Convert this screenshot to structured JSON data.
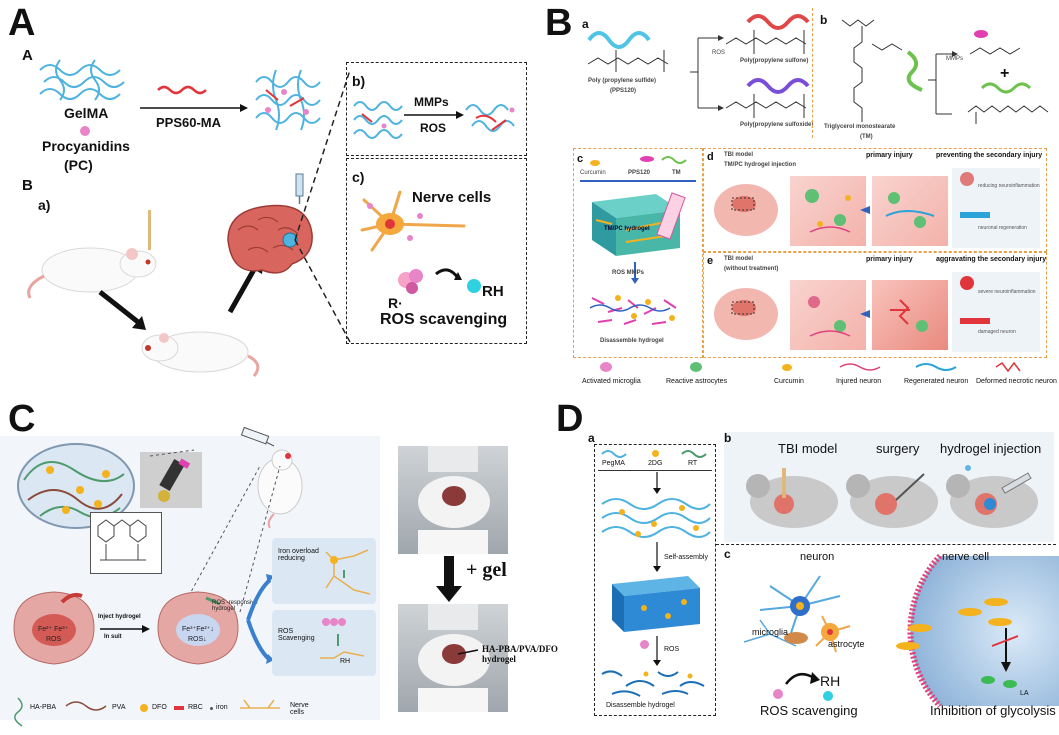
{
  "panelA": {
    "letter": "A",
    "sub_a": "A",
    "sub_b": "B",
    "sub_b_a": "a)",
    "gelma": "GelMA",
    "procyanidins": "Procyanidins",
    "pc": "(PC)",
    "pps": "PPS60-MA",
    "box_b": "b)",
    "box_c": "c)",
    "mmps": "MMPs",
    "ros": "ROS",
    "nerve": "Nerve cells",
    "r_dot": "R·",
    "rh": "RH",
    "ros_scav": "ROS scavenging"
  },
  "panelB": {
    "letter": "B",
    "sub_a": "a",
    "sub_b": "b",
    "sub_c": "c",
    "sub_d": "d",
    "sub_e": "e",
    "pps_name": "Poly (propylene sulfide)",
    "pps_sub": "(PPS120)",
    "ros": "ROS",
    "sulfone": "Poly(propylene sulfone)",
    "sulfoxide": "Poly(propylene sulfoxide)",
    "mmps": "MMPs",
    "tm_name": "Triglycerol monostearate",
    "tm_sub": "(TM)",
    "curcumin": "Curcumin",
    "pps120": "PPS120",
    "tm": "TM",
    "tmpc": "TM/PC hydrogel",
    "ros_mmps": "ROS  MMPs",
    "disassemble": "Disassemble hydrogel",
    "tbi_model": "TBI model",
    "tmpc_inj": "TM/PC hydrogel injection",
    "primary": "primary injury",
    "preventing": "preventing the secondary injury",
    "reducing": "reducing neuroinflammation",
    "regeneration": "neuronal regeneration",
    "tbi_model2": "TBI model",
    "without": "(without treatment)",
    "primary2": "primary injury",
    "aggravating": "aggravating the secondary injury",
    "severe": "severe neuroinflammation",
    "damaged": "damaged neuron",
    "legend": [
      "Activated microglia",
      "Reactive astrocytes",
      "Curcumin",
      "Injured neuron",
      "Regenerated neuron",
      "Deformed necrotic neuron"
    ]
  },
  "panelC": {
    "letter": "C",
    "inject": "Inject hydrogel",
    "insuit": "In suit",
    "ros_resp": "ROS -responsive hydrogel",
    "iron_overload": "Iron overload reducing",
    "ros_scav": "ROS Scavenging",
    "rh": "RH",
    "plus_gel": "+ gel",
    "hydrogel_label": "HA-PBA/PVA/DFO hydrogel",
    "legend": [
      "HA-PBA",
      "PVA",
      "DFO",
      "RBC",
      "iron",
      "Nerve cells"
    ]
  },
  "panelD": {
    "letter": "D",
    "sub_a": "a",
    "sub_b": "b",
    "sub_c": "c",
    "pegma": "PegMA",
    "twodg": "2DG",
    "rt": "RT",
    "self_assembly": "Self-assembly",
    "ros": "ROS",
    "disassemble": "Disassemble hydrogel",
    "tbi": "TBI model",
    "surgery": "surgery",
    "injection": "hydrogel injection",
    "neuron": "neuron",
    "microglia": "microglia",
    "astrocyte": "astrocyte",
    "rh": "RH",
    "ros_scav": "ROS scavenging",
    "nerve_cell": "nerve cell",
    "la": "LA",
    "glycolysis": "Inhibition of glycolysis"
  },
  "colors": {
    "fiber_blue": "#4fb3e0",
    "fiber_red": "#e0353a",
    "pink": "#e884c8",
    "brain": "#e0736a",
    "orange_dash": "#e8a04a",
    "gold": "#f3b21e"
  }
}
